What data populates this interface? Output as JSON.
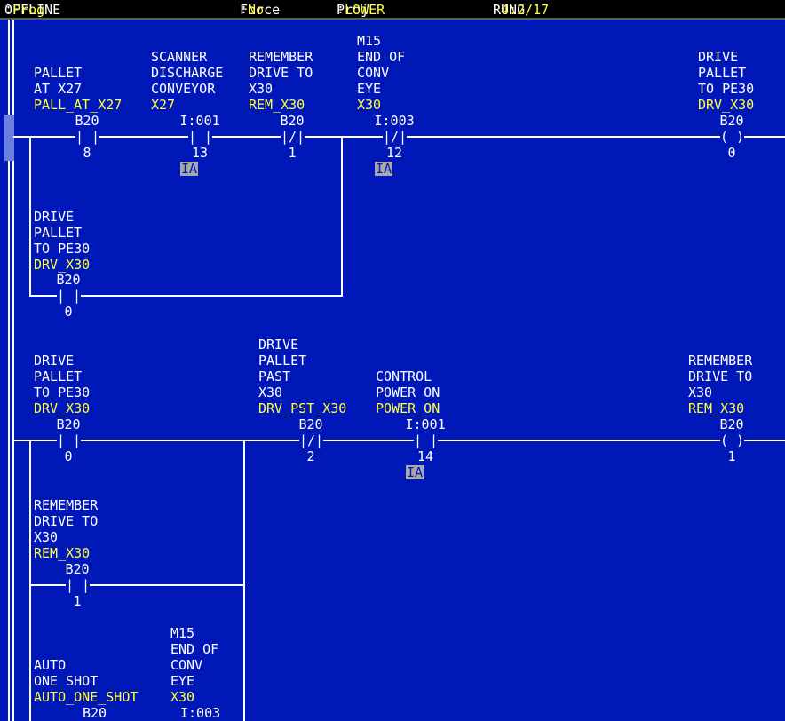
{
  "status_bar": {
    "mode": "OFFLINE",
    "submode": "Prog",
    "force_label": "Force",
    "force_value": "No",
    "project_label": "Proj",
    "project_value": "LOWER",
    "rung_label": "RUNG",
    "rung_value": "4:2/17"
  },
  "colors": {
    "background": "#0018b8",
    "symbol_text": "#ffff40",
    "tag_badge": "#a8a8a8"
  },
  "rung1": {
    "c1": {
      "desc": [
        "PALLET",
        "AT X27"
      ],
      "symbol": "PALL_AT_X27",
      "address": "B20",
      "bit": "8",
      "type": "XIC"
    },
    "c2": {
      "desc": [
        "SCANNER",
        "DISCHARGE",
        "CONVEYOR"
      ],
      "symbol": "X27",
      "address": "I:001",
      "bit": "13",
      "type": "XIC",
      "tag": "IA"
    },
    "c3": {
      "desc": [
        "REMEMBER",
        "DRIVE TO",
        "X30"
      ],
      "symbol": "REM_X30",
      "address": "B20",
      "bit": "1",
      "type": "XIO"
    },
    "c4": {
      "desc": [
        "M15",
        "END OF",
        "CONV",
        "EYE"
      ],
      "symbol": "X30",
      "address": "I:003",
      "bit": "12",
      "type": "XIO",
      "tag": "IA"
    },
    "branch": {
      "desc": [
        "DRIVE",
        "PALLET",
        "TO PE30"
      ],
      "symbol": "DRV_X30",
      "address": "B20",
      "bit": "0",
      "type": "XIC"
    },
    "coil": {
      "desc": [
        "DRIVE",
        "PALLET",
        "TO PE30"
      ],
      "symbol": "DRV_X30",
      "address": "B20",
      "bit": "0",
      "type": "OTE"
    }
  },
  "rung2": {
    "c1": {
      "desc": [
        "DRIVE",
        "PALLET",
        "TO PE30"
      ],
      "symbol": "DRV_X30",
      "address": "B20",
      "bit": "0",
      "type": "XIC"
    },
    "c2": {
      "desc": [
        "DRIVE",
        "PALLET",
        "PAST",
        "X30"
      ],
      "symbol": "DRV_PST_X30",
      "address": "B20",
      "bit": "2",
      "type": "XIO"
    },
    "c3": {
      "desc": [
        "CONTROL",
        "POWER ON"
      ],
      "symbol": "POWER_ON",
      "address": "I:001",
      "bit": "14",
      "type": "XIC",
      "tag": "IA"
    },
    "branch1": {
      "desc": [
        "REMEMBER",
        "DRIVE TO",
        "X30"
      ],
      "symbol": "REM_X30",
      "address": "B20",
      "bit": "1",
      "type": "XIC"
    },
    "branch2a": {
      "desc": [
        "AUTO",
        "ONE SHOT"
      ],
      "symbol": "AUTO_ONE_SHOT",
      "address": "B20"
    },
    "branch2b": {
      "desc": [
        "M15",
        "END OF",
        "CONV",
        "EYE"
      ],
      "symbol": "X30",
      "address": "I:003"
    },
    "coil": {
      "desc": [
        "REMEMBER",
        "DRIVE TO",
        "X30"
      ],
      "symbol": "REM_X30",
      "address": "B20",
      "bit": "1",
      "type": "OTE"
    }
  }
}
